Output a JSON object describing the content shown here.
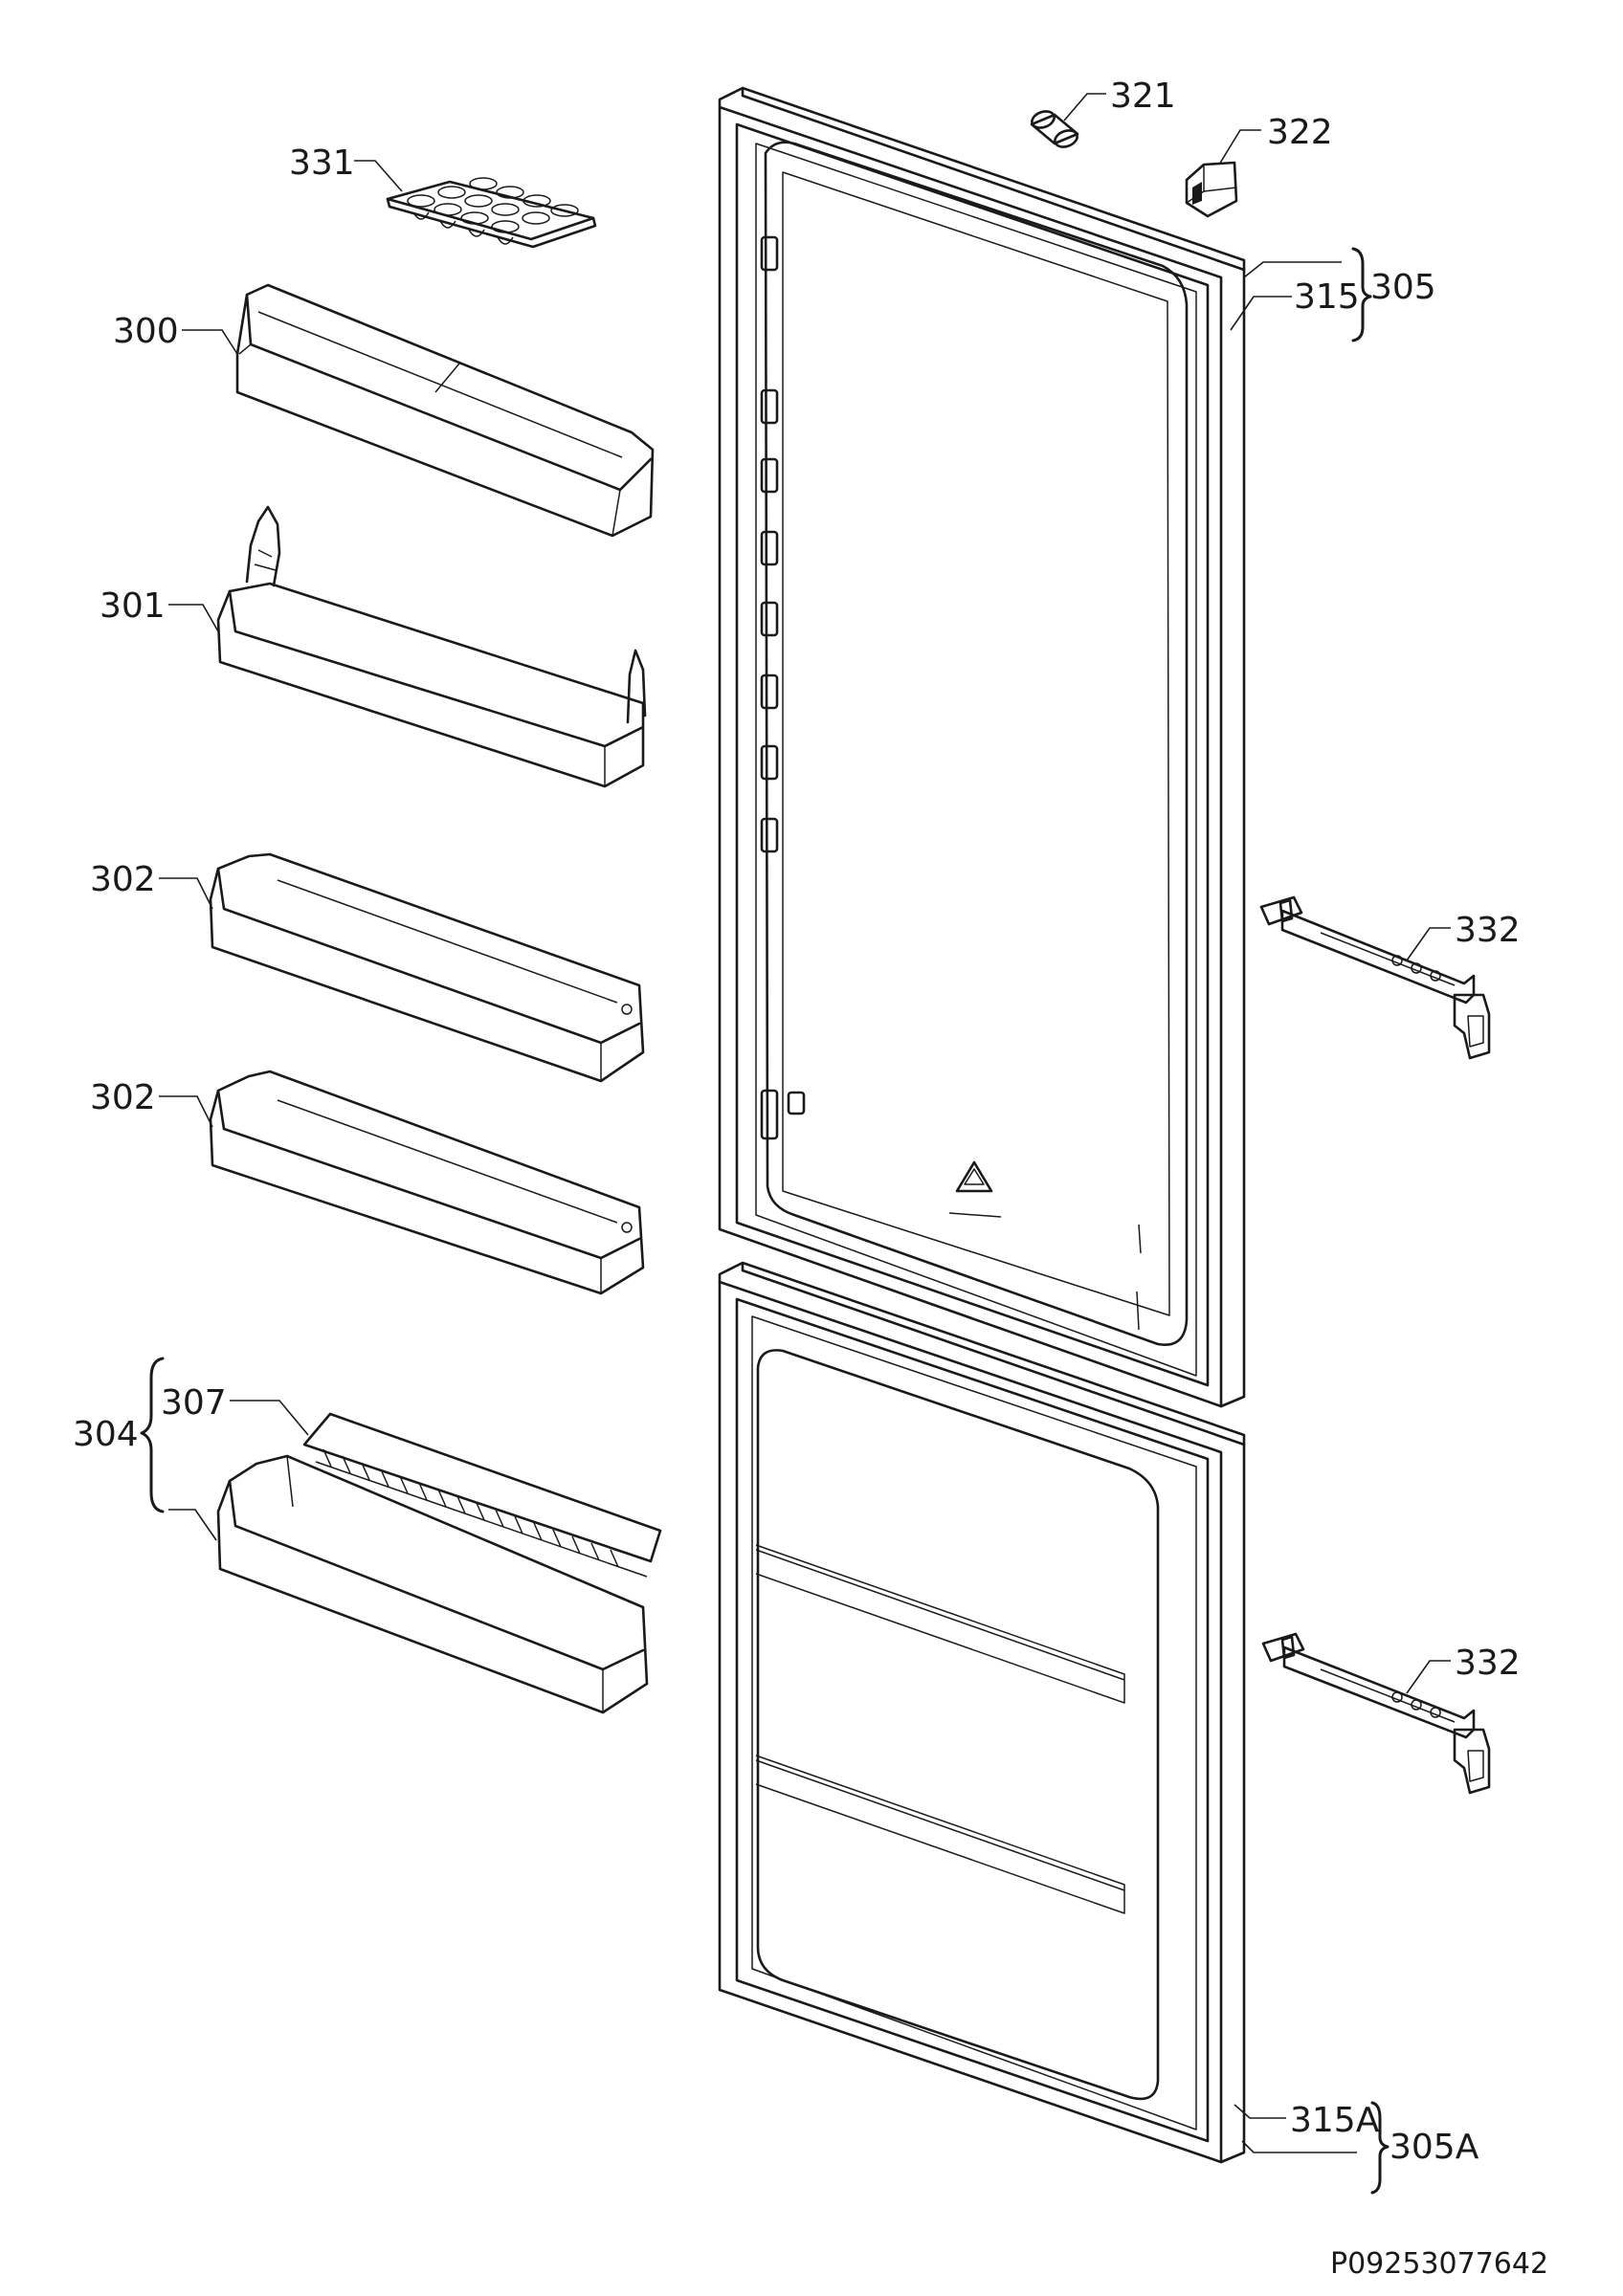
{
  "labels": {
    "p331": "331",
    "p300": "300",
    "p301": "301",
    "p302a": "302",
    "p302b": "302",
    "p304": "304",
    "p307": "307",
    "p321": "321",
    "p322": "322",
    "p315": "315",
    "p305": "305",
    "p332a": "332",
    "p332b": "332",
    "p315A": "315A",
    "p305A": "305A"
  },
  "drawing_number": "P09253077642"
}
